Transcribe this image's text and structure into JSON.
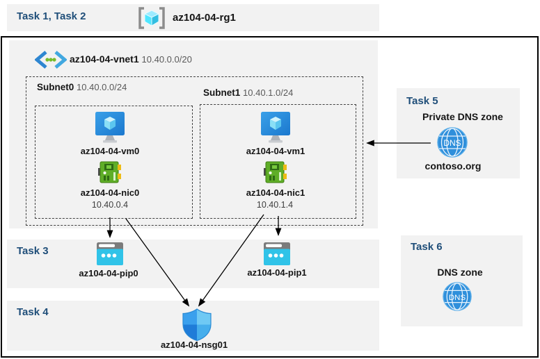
{
  "header": {
    "tasks_label": "Task 1, Task 2",
    "resource_group": "az104-04-rg1"
  },
  "vnet": {
    "name": "az104-04-vnet1",
    "cidr": "10.40.0.0/20",
    "subnets": [
      {
        "name": "Subnet0",
        "cidr": "10.40.0.0/24",
        "vm": "az104-04-vm0",
        "nic": "az104-04-nic0",
        "ip": "10.40.0.4"
      },
      {
        "name": "Subnet1",
        "cidr": "10.40.1.0/24",
        "vm": "az104-04-vm1",
        "nic": "az104-04-nic1",
        "ip": "10.40.1.4"
      }
    ]
  },
  "task3": {
    "label": "Task 3",
    "pip0": "az104-04-pip0",
    "pip1": "az104-04-pip1"
  },
  "task4": {
    "label": "Task 4",
    "nsg": "az104-04-nsg01"
  },
  "task5": {
    "label": "Task 5",
    "title": "Private DNS zone",
    "zone": "contoso.org",
    "dns_icon_text": "DNS"
  },
  "task6": {
    "label": "Task 6",
    "title": "DNS zone",
    "dns_icon_text": "DNS"
  },
  "icons": {
    "resource_group": "resource-group-icon",
    "virtual_network": "virtual-network-icon",
    "virtual_machine": "vm-icon",
    "network_interface": "nic-icon",
    "public_ip": "public-ip-icon",
    "network_security_group": "nsg-shield-icon",
    "dns_zone": "dns-icon"
  },
  "colors": {
    "task_label_blue": "#1F4E79",
    "panel_gray": "#F2F2F2",
    "border_black": "#000000",
    "dashed_border": "#404040",
    "vm_blue": "#2B8BD9",
    "nic_green": "#5FAE27",
    "pip_cyan": "#30C3E8",
    "dns_blue": "#2F8FDB",
    "shield_blue": "#3AA0ED",
    "vnet_chevron_blue": "#2E86D1",
    "vnet_dot_green": "#76BC2D"
  }
}
